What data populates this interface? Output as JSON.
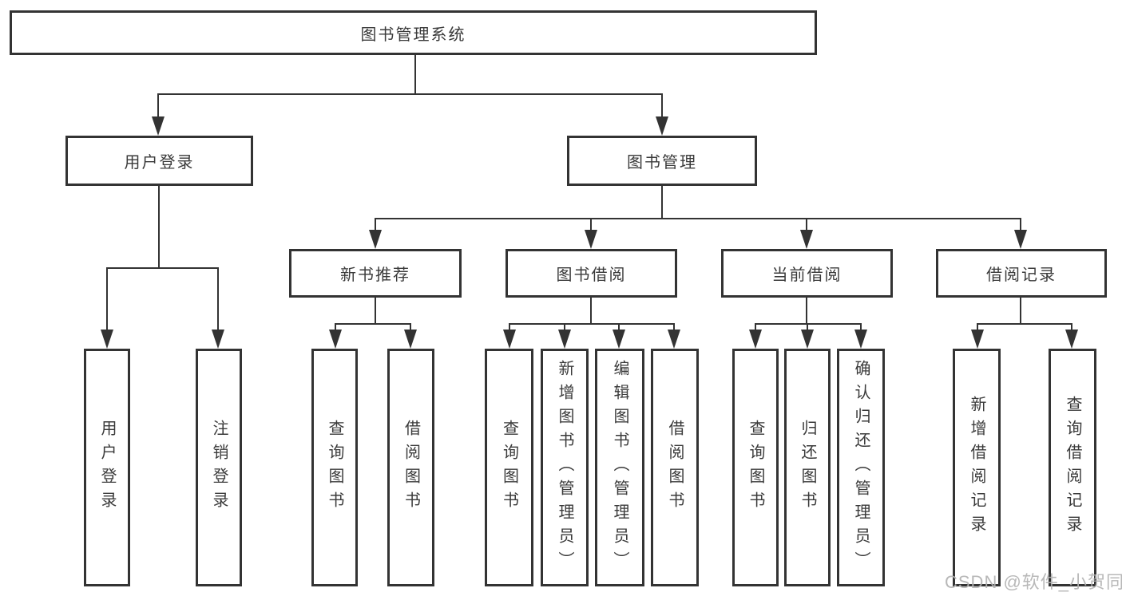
{
  "diagram_title": "图书管理系统",
  "tree": {
    "label": "图书管理系统",
    "children": [
      {
        "label": "用户登录",
        "children": [
          {
            "label": "用户登录"
          },
          {
            "label": "注销登录"
          }
        ]
      },
      {
        "label": "图书管理",
        "children": [
          {
            "label": "新书推荐",
            "children": [
              {
                "label": "查询图书"
              },
              {
                "label": "借阅图书"
              }
            ]
          },
          {
            "label": "图书借阅",
            "children": [
              {
                "label": "查询图书"
              },
              {
                "label": "新增图书（管理员）"
              },
              {
                "label": "编辑图书（管理员）"
              },
              {
                "label": "借阅图书"
              }
            ]
          },
          {
            "label": "当前借阅",
            "children": [
              {
                "label": "查询图书"
              },
              {
                "label": "归还图书"
              },
              {
                "label": "确认归还（管理员）"
              }
            ]
          },
          {
            "label": "借阅记录",
            "children": [
              {
                "label": "新增借阅记录"
              },
              {
                "label": "查询借阅记录"
              }
            ]
          }
        ]
      }
    ]
  },
  "watermark": {
    "text": "CSDN @软件_小贺同学"
  },
  "colors": {
    "line": "#333333",
    "box_border": "#333333",
    "text": "#3a3a3a",
    "watermark": "#b2b2b2",
    "background": "#ffffff"
  }
}
